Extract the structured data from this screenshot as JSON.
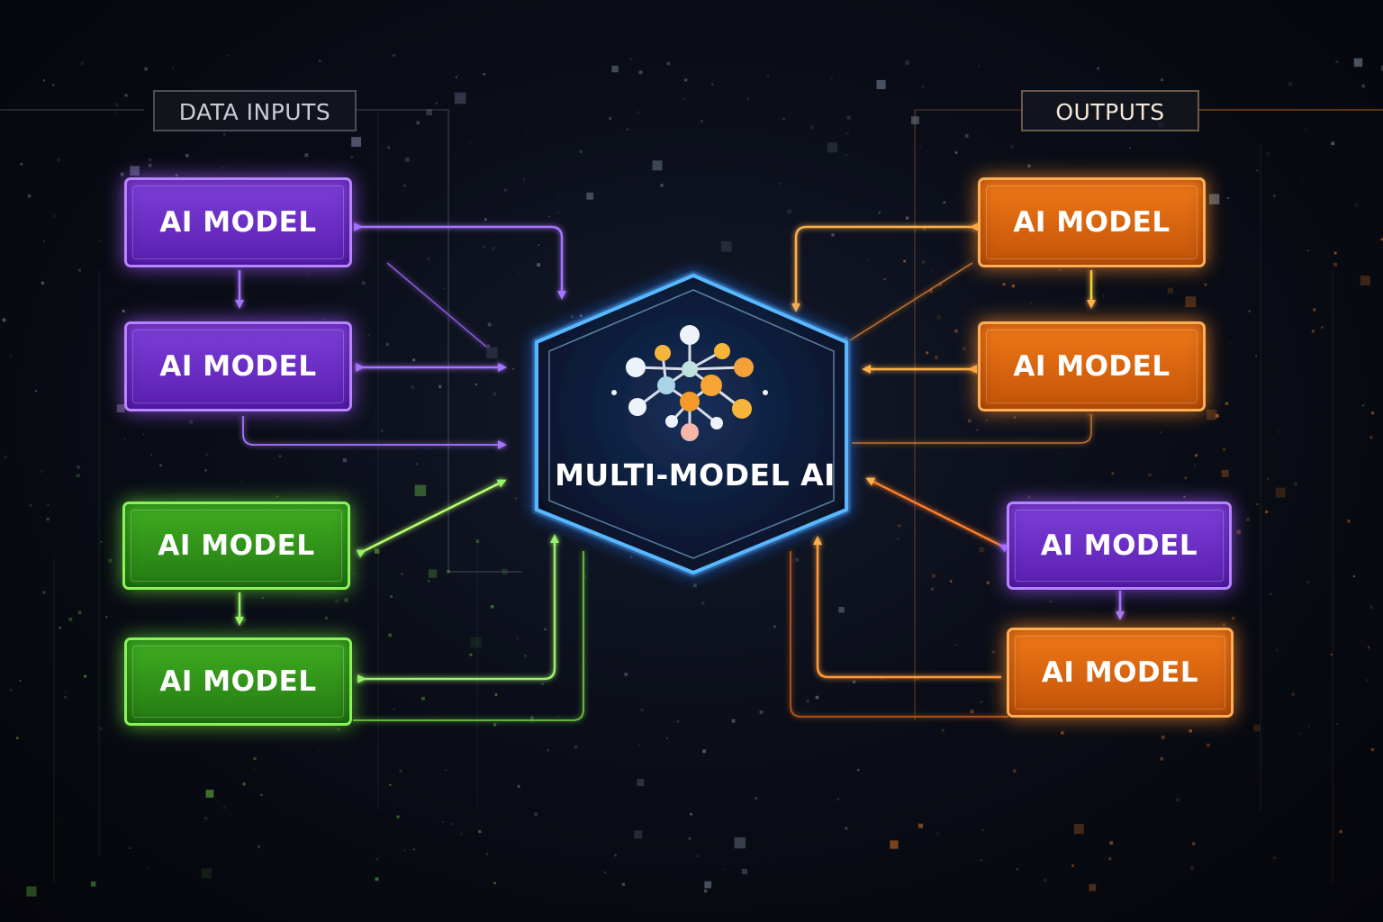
{
  "labels": {
    "inputs": "DATA INPUTS",
    "outputs": "OUTPUTS"
  },
  "hub": {
    "title": "MULTI-MODEL AI",
    "icon": "neural-network-icon"
  },
  "models": {
    "left_purple_1": "AI MODEL",
    "left_purple_2": "AI MODEL",
    "left_green_1": "AI MODEL",
    "left_green_2": "AI MODEL",
    "right_orange_1": "AI MODEL",
    "right_orange_2": "AI MODEL",
    "right_purple": "AI MODEL",
    "right_orange_3": "AI MODEL"
  },
  "colors": {
    "purple": "#8a4dff",
    "green": "#7fe84a",
    "orange": "#ff8a1f",
    "hub_border": "#3fa8ff",
    "background": "#05060b"
  }
}
